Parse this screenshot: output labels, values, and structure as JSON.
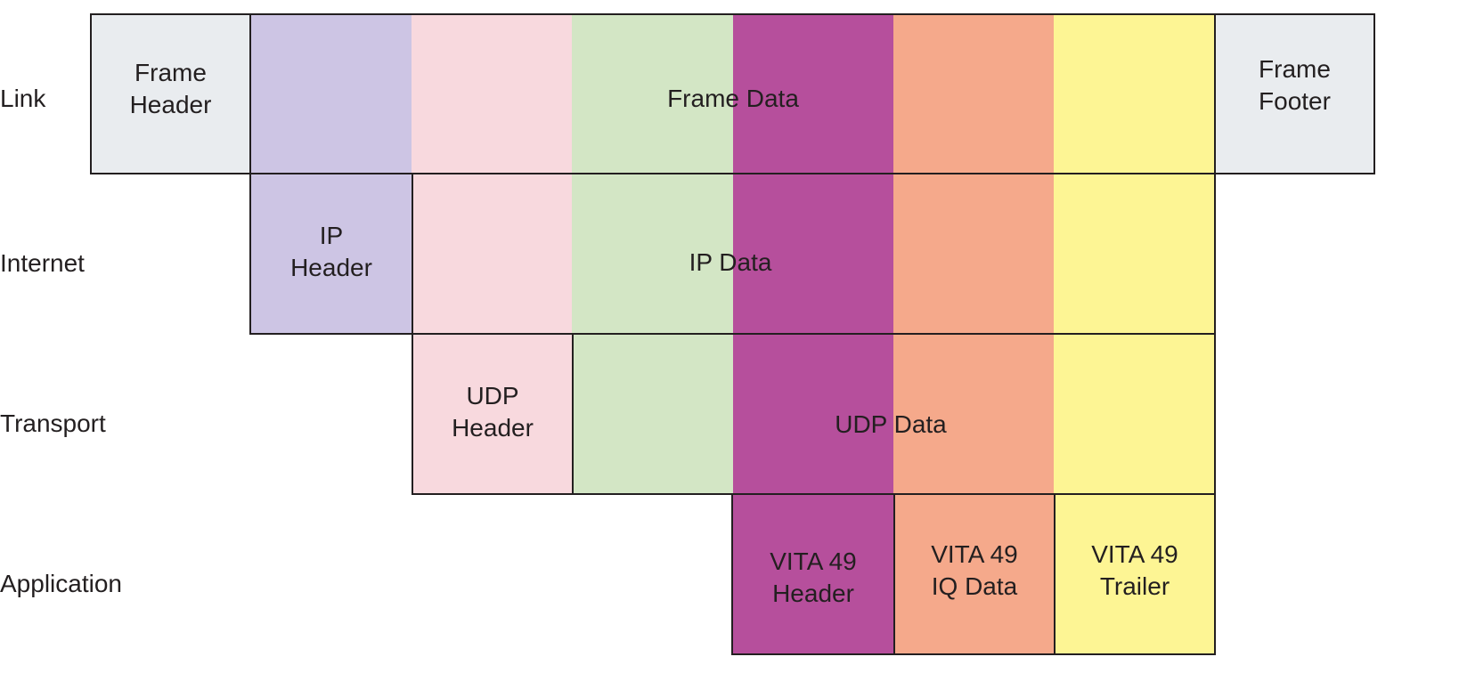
{
  "colors": {
    "gray": "#e9ecef",
    "lavender": "#cdc5e4",
    "pink": "#f8d9de",
    "green": "#d3e6c5",
    "magenta": "#b64f9c",
    "salmon": "#f5a98b",
    "yellow": "#fdf594",
    "border": "#231f20"
  },
  "layers": [
    "Link",
    "Internet",
    "Transport",
    "Application"
  ],
  "link": {
    "frame_header": [
      "Frame",
      "Header"
    ],
    "frame_data": "Frame Data",
    "frame_footer": [
      "Frame",
      "Footer"
    ]
  },
  "internet": {
    "ip_header": [
      "IP",
      "Header"
    ],
    "ip_data": "IP Data"
  },
  "transport": {
    "udp_header": [
      "UDP",
      "Header"
    ],
    "udp_data": "UDP Data"
  },
  "application": {
    "vita_header": [
      "VITA 49",
      "Header"
    ],
    "vita_iq": [
      "VITA 49",
      "IQ Data"
    ],
    "vita_trailer": [
      "VITA 49",
      "Trailer"
    ]
  }
}
